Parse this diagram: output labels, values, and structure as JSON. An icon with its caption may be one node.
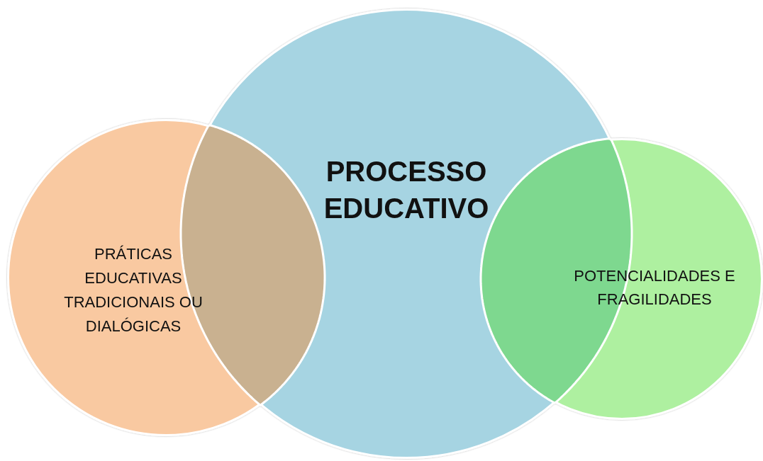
{
  "diagram": {
    "nodes": [
      {
        "text": [
          "PROCESSO EDUCATIVO"
        ]
      },
      {
        "text": [
          "PRÁTICAS EDUCATIVAS TRADICIONAIS OU DIALÓGICAS"
        ]
      },
      {
        "text": [
          "POTENCIALIDADES E FRAGILIDADES"
        ]
      }
    ]
  }
}
